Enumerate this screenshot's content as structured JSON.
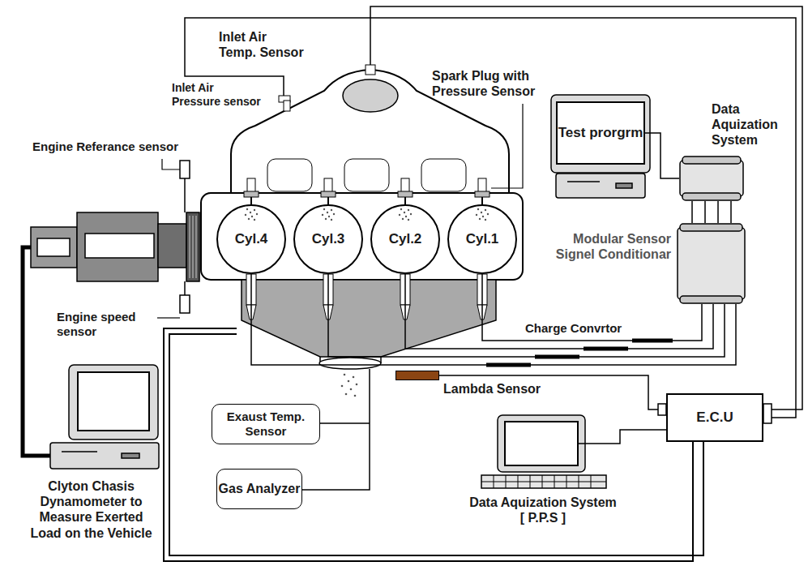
{
  "diagram": {
    "nodes": [
      {
        "text": [
          "Test prorgrm"
        ]
      },
      {
        "text": [
          "Data Aquization System"
        ]
      },
      {
        "text": [
          "Modular Sensor Signel Conditionar"
        ]
      },
      {
        "text": [
          "Cyl.4"
        ]
      },
      {
        "text": [
          "Cyl.3"
        ]
      },
      {
        "text": [
          "Cyl.2"
        ]
      },
      {
        "text": [
          "Cyl.1"
        ]
      },
      {
        "text": [
          "Lambda Sensor"
        ]
      },
      {
        "text": [
          "E.C.U"
        ]
      },
      {
        "text": [
          "Exaust Temp. Sensor"
        ]
      },
      {
        "text": [
          "Clyton Chasis Dynamometer to Measure Exerted Load on the Vehicle"
        ]
      },
      {
        "text": [
          "Gas Analyzer"
        ]
      },
      {
        "text": [
          "Data Aquization System [ P.P.S ]"
        ]
      }
    ],
    "edges": [
      {
        "from": 0,
        "to": 1,
        "arrow": "none"
      },
      {
        "from": 1,
        "to": 2,
        "arrow": "none"
      },
      {
        "from": 6,
        "to": 2,
        "arrow": "none"
      },
      {
        "from": 5,
        "to": 2,
        "arrow": "none"
      },
      {
        "from": 4,
        "to": 2,
        "arrow": "none"
      },
      {
        "from": 3,
        "to": 2,
        "arrow": "none"
      },
      {
        "from": 7,
        "to": 8,
        "arrow": "none"
      },
      {
        "from": 12,
        "to": 8,
        "arrow": "none"
      }
    ],
    "labels": [
      "Inlet Air Temp. Sensor",
      "Inlet Air Pressure sensor",
      "Spark Plug with Pressure Sensor",
      "Engine Referance sensor",
      "Engine speed sensor",
      "Charge Convrtor"
    ]
  }
}
